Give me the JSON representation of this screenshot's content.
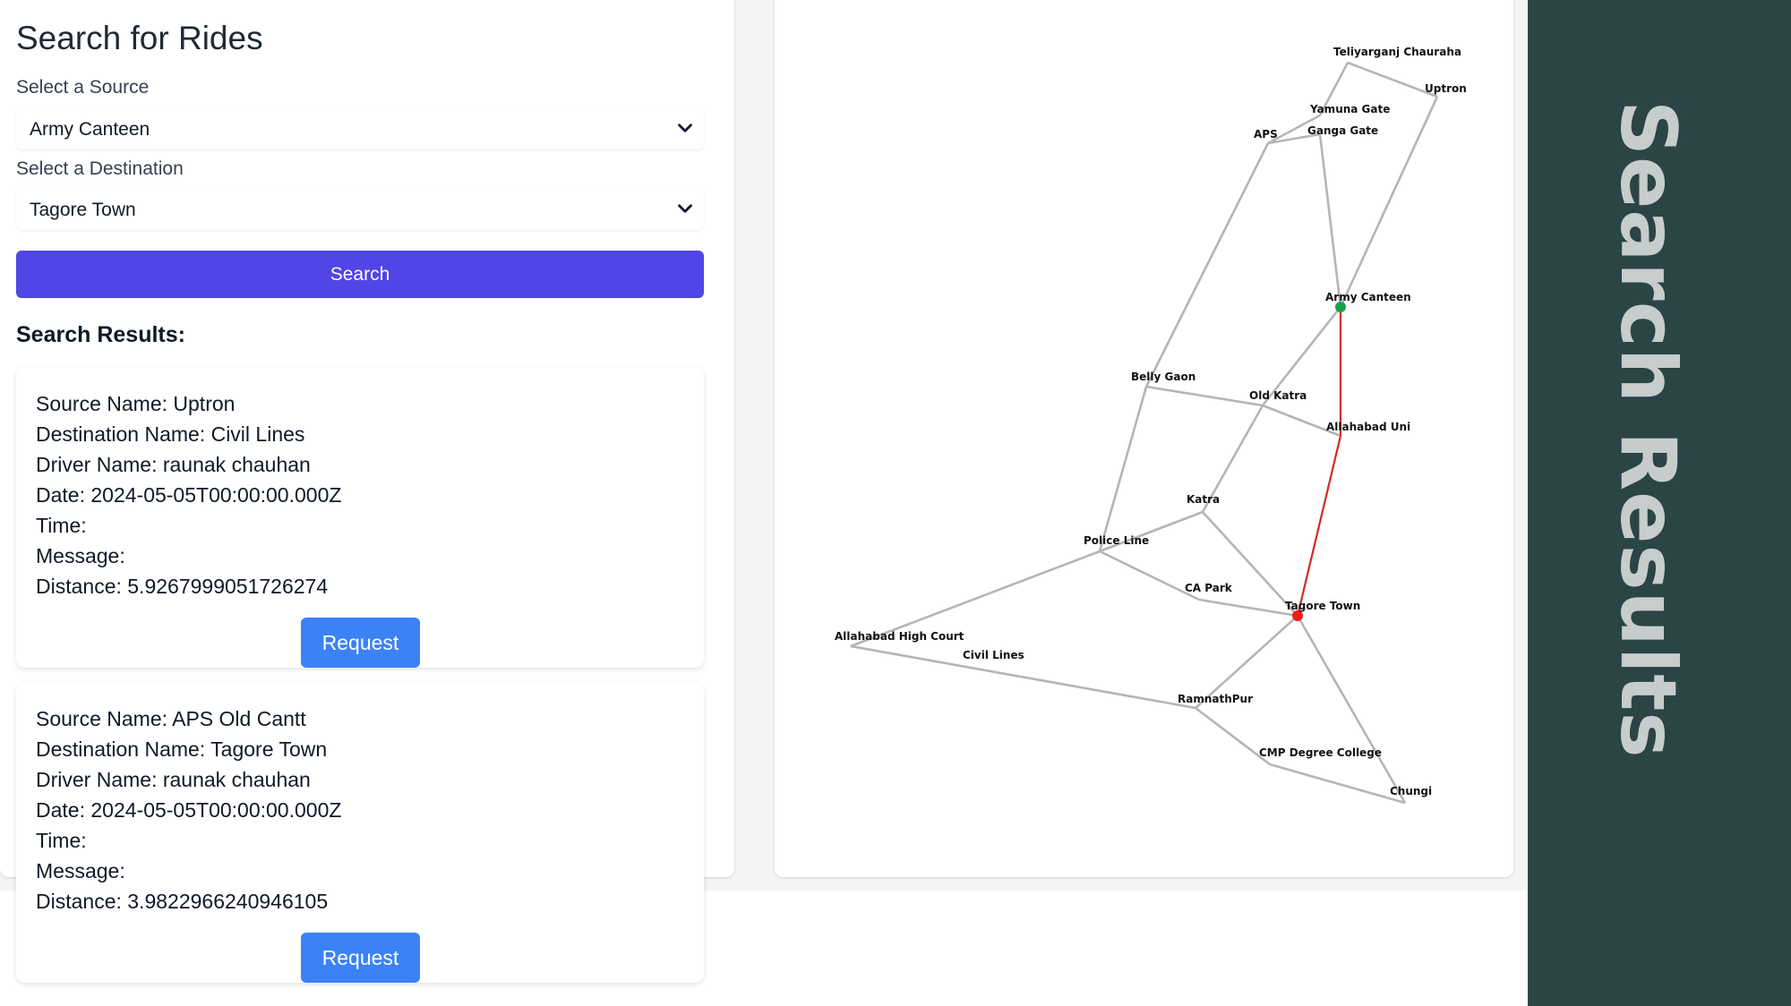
{
  "search": {
    "title": "Search for Rides",
    "source_label": "Select a Source",
    "source_value": "Army Canteen",
    "destination_label": "Select a Destination",
    "destination_value": "Tagore Town",
    "button_label": "Search"
  },
  "results": {
    "heading": "Search Results:",
    "cards": [
      {
        "source": "Source Name: Uptron",
        "destination": "Destination Name: Civil Lines",
        "driver": "Driver Name: raunak chauhan",
        "date": "Date: 2024-05-05T00:00:00.000Z",
        "time": "Time:",
        "message": "Message:",
        "distance": "Distance: 5.9267999051726274",
        "button_label": "Request"
      },
      {
        "source": "Source Name: APS Old Cantt",
        "destination": "Destination Name: Tagore Town",
        "driver": "Driver Name: raunak chauhan",
        "date": "Date: 2024-05-05T00:00:00.000Z",
        "time": "Time:",
        "message": "Message:",
        "distance": "Distance: 3.9822966240946105",
        "button_label": "Request"
      }
    ]
  },
  "map": {
    "nodes": [
      {
        "id": "teliyarganj",
        "label": "Teliyarganj Chauraha"
      },
      {
        "id": "uptron",
        "label": "Uptron"
      },
      {
        "id": "yamuna",
        "label": "Yamuna Gate"
      },
      {
        "id": "ganga",
        "label": "Ganga Gate"
      },
      {
        "id": "aps",
        "label": "APS"
      },
      {
        "id": "army",
        "label": "Army Canteen",
        "status": "source"
      },
      {
        "id": "belly",
        "label": "Belly Gaon"
      },
      {
        "id": "oldkatra",
        "label": "Old Katra"
      },
      {
        "id": "alluni",
        "label": "Allahabad Uni"
      },
      {
        "id": "katra",
        "label": "Katra"
      },
      {
        "id": "police",
        "label": "Police Line"
      },
      {
        "id": "capark",
        "label": "CA Park"
      },
      {
        "id": "tagore",
        "label": "Tagore Town",
        "status": "destination"
      },
      {
        "id": "highcourt",
        "label": "Allahabad High Court"
      },
      {
        "id": "civil",
        "label": "Civil Lines"
      },
      {
        "id": "ramnath",
        "label": "RamnathPur"
      },
      {
        "id": "cmp",
        "label": "CMP Degree College"
      },
      {
        "id": "chungi",
        "label": "Chungi"
      }
    ],
    "edges": [
      [
        "teliyarganj",
        "uptron"
      ],
      [
        "teliyarganj",
        "yamuna"
      ],
      [
        "yamuna",
        "aps"
      ],
      [
        "ganga",
        "aps"
      ],
      [
        "ganga",
        "army"
      ],
      [
        "uptron",
        "army"
      ],
      [
        "aps",
        "belly"
      ],
      [
        "belly",
        "police"
      ],
      [
        "belly",
        "oldkatra"
      ],
      [
        "oldkatra",
        "army"
      ],
      [
        "oldkatra",
        "alluni"
      ],
      [
        "oldkatra",
        "katra"
      ],
      [
        "katra",
        "police"
      ],
      [
        "katra",
        "tagore"
      ],
      [
        "police",
        "capark"
      ],
      [
        "capark",
        "tagore"
      ],
      [
        "police",
        "highcourt"
      ],
      [
        "highcourt",
        "ramnath"
      ],
      [
        "tagore",
        "ramnath"
      ],
      [
        "ramnath",
        "cmp"
      ],
      [
        "cmp",
        "chungi"
      ],
      [
        "tagore",
        "chungi"
      ],
      [
        "army",
        "alluni"
      ],
      [
        "alluni",
        "tagore"
      ]
    ],
    "route": [
      "army",
      "alluni",
      "tagore"
    ],
    "colors": {
      "edge": "#b5b5b5",
      "route": "#d42a2a",
      "source": "#16a34a",
      "destination": "#ef1c1c"
    }
  },
  "sidebar": {
    "title": "Search Results"
  },
  "colors": {
    "search_button": "#4f46e5",
    "request_button": "#3b82f6",
    "sidebar_bg": "#2b4446"
  }
}
